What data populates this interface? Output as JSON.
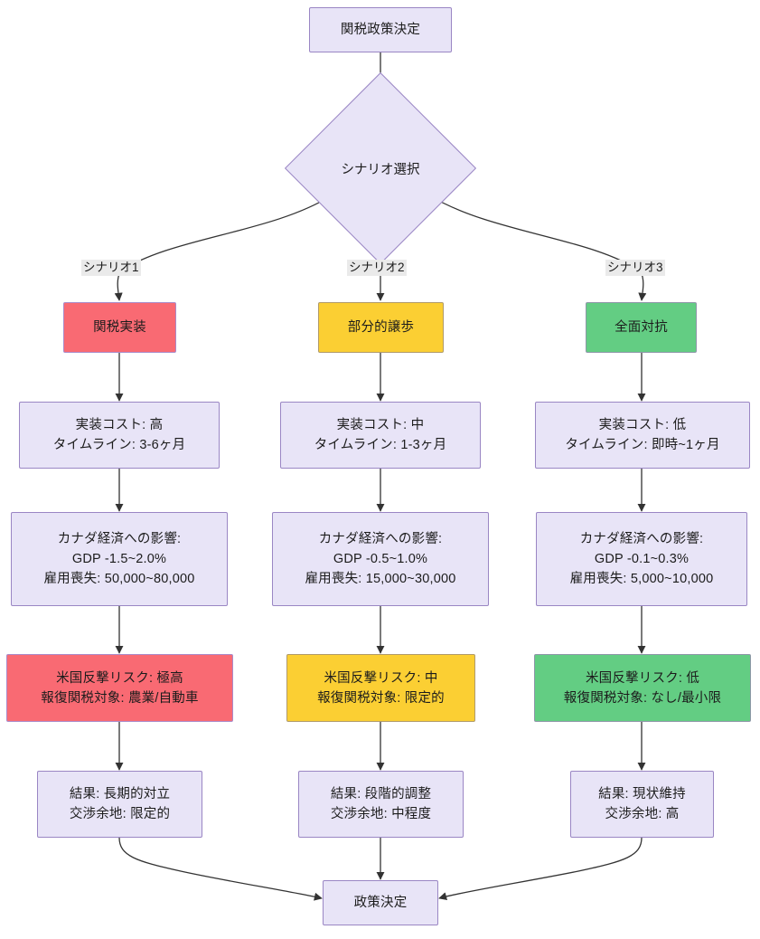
{
  "diagram": {
    "type": "flowchart",
    "title_node": "関税政策決定",
    "decision_node": "シナリオ選択",
    "final_node": "政策決定",
    "edge_labels": [
      "シナリオ1",
      "シナリオ2",
      "シナリオ3"
    ],
    "colors": {
      "default_fill": "#e8e4f7",
      "default_stroke": "#9a86c4",
      "scenario1_fill": "#f96a73",
      "scenario2_fill": "#fbcf33",
      "scenario3_fill": "#63cd83",
      "edge_stroke": "#333333",
      "edge_label_bg": "#eaeaea"
    },
    "columns": [
      {
        "key": "scenario1",
        "edge_label": "シナリオ1",
        "action": "関税実装",
        "cost": [
          "実装コスト: 高",
          "タイムライン: 3-6ヶ月"
        ],
        "impact": [
          "カナダ経済への影響:",
          "GDP -1.5~2.0%",
          "雇用喪失: 50,000~80,000"
        ],
        "risk": [
          "米国反撃リスク: 極高",
          "報復関税対象: 農業/自動車"
        ],
        "result": [
          "結果: 長期的対立",
          "交渉余地: 限定的"
        ]
      },
      {
        "key": "scenario2",
        "edge_label": "シナリオ2",
        "action": "部分的譲歩",
        "cost": [
          "実装コスト: 中",
          "タイムライン: 1-3ヶ月"
        ],
        "impact": [
          "カナダ経済への影響:",
          "GDP -0.5~1.0%",
          "雇用喪失: 15,000~30,000"
        ],
        "risk": [
          "米国反撃リスク: 中",
          "報復関税対象: 限定的"
        ],
        "result": [
          "結果: 段階的調整",
          "交渉余地: 中程度"
        ]
      },
      {
        "key": "scenario3",
        "edge_label": "シナリオ3",
        "action": "全面対抗",
        "cost": [
          "実装コスト: 低",
          "タイムライン: 即時~1ヶ月"
        ],
        "impact": [
          "カナダ経済への影響:",
          "GDP -0.1~0.3%",
          "雇用喪失: 5,000~10,000"
        ],
        "risk": [
          "米国反撃リスク: 低",
          "報復関税対象: なし/最小限"
        ],
        "result": [
          "結果: 現状維持",
          "交渉余地: 高"
        ]
      }
    ]
  }
}
